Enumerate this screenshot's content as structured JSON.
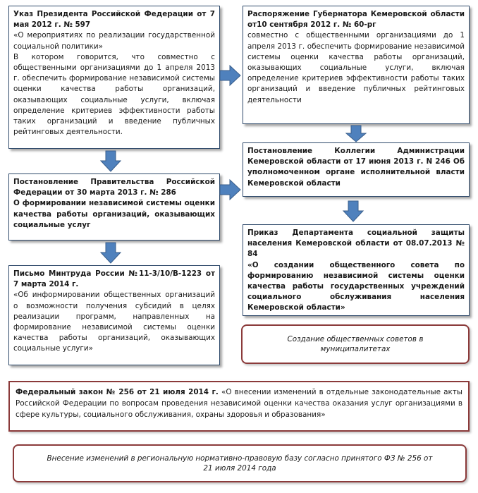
{
  "boxes": {
    "ukaz": {
      "title": "Указ Президента Российской Федерации от 7 мая 2012 г. № 597",
      "subtitle": "«О мероприятиях по реализации государственной социальной политики»",
      "text": "В котором говорится, что совместно с общественными организациями до 1 апреля 2013 г. обеспечить формирование независимой системы оценки качества работы организаций, оказывающих социальные услуги, включая определение критериев эффективности работы таких организаций и введение публичных рейтинговых деятельности."
    },
    "rasporyazhenie": {
      "title": "Распоряжение Губернатора Кемеровской области от10 сентября 2012 г. № 60-рг",
      "text": "совместно с общественными организациями до 1 апреля 2013 г. обеспечить формирование независимой системы оценки качества работы организаций, оказывающих социальные услуги, включая определение критериев эффективности работы таких организаций и введение публичных рейтинговых деятельности"
    },
    "postanovlenie_prav": {
      "title": "Постановление Правительства Российской Федерации от 30 марта 2013 г. № 286",
      "text": "О формировании независимой системы оценки качества работы организаций, оказывающих социальные услуг"
    },
    "postanovlenie_koll": {
      "title": "Постановление Коллегии Администрации Кемеровской области от 17 июня 2013 г. N 246 Об уполномоченном органе исполнительной власти Кемеровской области"
    },
    "pismo": {
      "title": "Письмо Минтруда России №11-3/10/В-1223 от 7 марта 2014 г.",
      "text": "«Об информировании общественных организаций о возможности получения субсидий в целях реализации программ, направленных на формирование независимой системы оценки качества работы организаций, оказывающих социальные услуги»"
    },
    "prikaz": {
      "title": "Приказ Департамента социальной защиты населения Кемеровской области от 08.07.2013 № 84",
      "text": "«О создании общественного совета по формированию независимой системы оценки качества работы государственных учреждений социального обслуживания населения Кемеровской области»"
    },
    "sozdanie": {
      "text": "Создание общественных советов в муниципалитетах"
    },
    "federal_law": {
      "title": "Федеральный закон № 256 от 21 июля 2014 г.",
      "text": "«О внесении изменений в отдельные законодательные акты Российской Федерации по вопросам проведения независимой оценки качества оказания услуг организациями в сфере культуры, социального обслуживания, охраны здоровья и образования»"
    },
    "vnesenie": {
      "text": "Внесение изменений в региональную нормативно-правовую базу согласно принятого ФЗ № 256 от 21 июля 2014 года"
    }
  },
  "colors": {
    "box_border": "#2f4a6b",
    "arrow_fill": "#4f81bd",
    "arrow_stroke": "#385d8a",
    "rounded_border": "#8b3a3a"
  }
}
